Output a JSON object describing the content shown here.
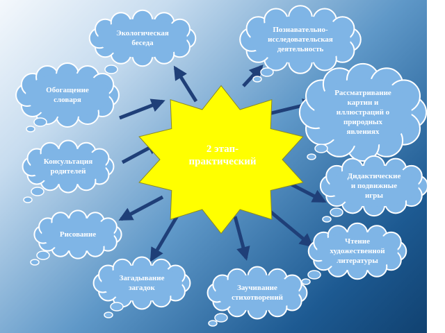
{
  "colors": {
    "star_fill": "#ffff00",
    "bubble_fill": "#7fb5e6",
    "arrow": "#1f3f78"
  },
  "center": {
    "label": "2 этап-\nпрактический"
  },
  "bubbles": [
    {
      "key": "ekologicheskaya-beseda",
      "label": "Экологическая\nбеседа"
    },
    {
      "key": "poznavatelno-issledovatelskaya",
      "label": "Познавательно-\nисследовательская\nдеятельность"
    },
    {
      "key": "obogashchenie-slovarya",
      "label": "Обогащение\nсловаря"
    },
    {
      "key": "rassmatrivanie-kartin",
      "label": "Рассматривание\nкартин и\nиллюстраций о\nприродных\nявлениях"
    },
    {
      "key": "konsultatsiya-roditeley",
      "label": "Консультация\nродителей"
    },
    {
      "key": "didakticheskie-igry",
      "label": "Дидактические\nи подвижные\nигры"
    },
    {
      "key": "risovanie",
      "label": "Рисование"
    },
    {
      "key": "chtenie-literatury",
      "label": "Чтение\nхудожественной\nлитературы"
    },
    {
      "key": "zagadyvanie-zagadok",
      "label": "Загадывание\nзагадок"
    },
    {
      "key": "zauchivanie-stikhotvoreniy",
      "label": "Заучивание\nстихотворений"
    }
  ]
}
